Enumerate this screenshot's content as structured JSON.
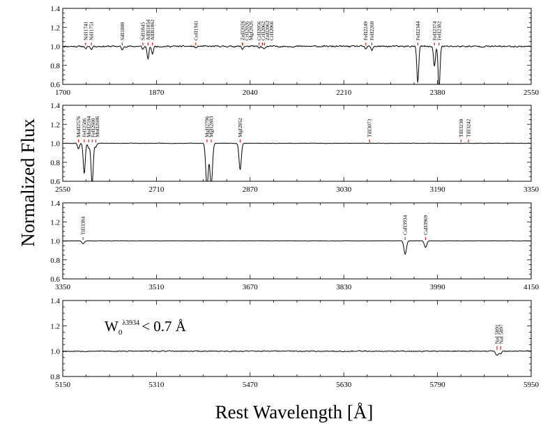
{
  "chart_data": {
    "type": "line",
    "ylabel": "Normalized Flux",
    "xlabel": "Rest Wavelength [Å]",
    "annotation": {
      "base": "W",
      "sub": "0",
      "sup": "λ3934",
      "tail": "< 0.7 Å"
    },
    "colors": {
      "spectrum": "#000000",
      "marker": "#d62020",
      "axis": "#000000"
    },
    "panels": [
      {
        "id": "p1",
        "xlim": [
          1700,
          2550
        ],
        "ylim": [
          0.6,
          1.4
        ],
        "xticks": [
          1700,
          1870,
          2040,
          2210,
          2380,
          2550
        ],
        "yticks": [
          0.6,
          0.8,
          1.0,
          1.2,
          1.4
        ],
        "noise": 0.012,
        "noise_seed": 11,
        "lines": [
          {
            "label": "NiII1741",
            "wave": 1741.5,
            "depth": 0.03,
            "width": 1.5
          },
          {
            "label": "NiII1751",
            "wave": 1751.9,
            "depth": 0.03,
            "width": 1.5
          },
          {
            "label": "SiII1808",
            "wave": 1808.0,
            "depth": 0.04,
            "width": 1.6
          },
          {
            "label": "SiII1845",
            "wave": 1845.5,
            "depth": 0.03,
            "width": 1.5
          },
          {
            "label": "AlIII1854",
            "wave": 1854.7,
            "depth": 0.14,
            "width": 1.6
          },
          {
            "label": "AlIII1862",
            "wave": 1862.8,
            "depth": 0.08,
            "width": 1.6
          },
          {
            "label": "CoII1941",
            "wave": 1941.3,
            "depth": 0.02,
            "width": 1.5
          },
          {
            "label": "ZnII2026",
            "wave": 2026.1,
            "depth": 0.03,
            "width": 1.5
          },
          {
            "label": "CrII2026",
            "wave": 2026.3,
            "depth": 0.0,
            "width": 1.5
          },
          {
            "label": "MgI2026",
            "wave": 2026.5,
            "depth": 0.0,
            "width": 1.5
          },
          {
            "label": "CrII2056",
            "wave": 2056.3,
            "depth": 0.02,
            "width": 1.5
          },
          {
            "label": "CrII2062",
            "wave": 2062.2,
            "depth": 0.02,
            "width": 1.5
          },
          {
            "label": "ZnII2062",
            "wave": 2062.7,
            "depth": 0.0,
            "width": 1.5
          },
          {
            "label": "CrII2066",
            "wave": 2066.2,
            "depth": 0.02,
            "width": 1.5
          },
          {
            "label": "FeII2249",
            "wave": 2249.9,
            "depth": 0.03,
            "width": 1.6
          },
          {
            "label": "FeII2260",
            "wave": 2260.8,
            "depth": 0.04,
            "width": 1.6
          },
          {
            "label": "FeII2344",
            "wave": 2344.2,
            "depth": 0.38,
            "width": 1.7
          },
          {
            "label": "FeII2374",
            "wave": 2374.5,
            "depth": 0.21,
            "width": 1.7
          },
          {
            "label": "FeII2382",
            "wave": 2382.8,
            "depth": 0.45,
            "width": 1.7
          }
        ]
      },
      {
        "id": "p2",
        "xlim": [
          2550,
          3350
        ],
        "ylim": [
          0.6,
          1.4
        ],
        "xticks": [
          2550,
          2710,
          2870,
          3030,
          3190,
          3350
        ],
        "yticks": [
          0.6,
          0.8,
          1.0,
          1.2,
          1.4
        ],
        "noise": 0.004,
        "noise_seed": 23,
        "lines": [
          {
            "label": "MnII2576",
            "wave": 2576.9,
            "depth": 0.06,
            "width": 1.6
          },
          {
            "label": "FeII2586",
            "wave": 2586.7,
            "depth": 0.32,
            "width": 1.7
          },
          {
            "label": "MnII2594",
            "wave": 2594.5,
            "depth": 0.05,
            "width": 1.6
          },
          {
            "label": "FeII2600",
            "wave": 2600.2,
            "depth": 0.43,
            "width": 1.8
          },
          {
            "label": "MnII2606",
            "wave": 2606.5,
            "depth": 0.04,
            "width": 1.6
          },
          {
            "label": "MgII2796",
            "wave": 2796.4,
            "depth": 0.46,
            "width": 2.1
          },
          {
            "label": "MgII2803",
            "wave": 2803.5,
            "depth": 0.45,
            "width": 2.1
          },
          {
            "label": "MgI2852",
            "wave": 2853.0,
            "depth": 0.28,
            "width": 1.9
          },
          {
            "label": "TiII3073",
            "wave": 3073.9,
            "depth": 0.0,
            "width": 1.5
          },
          {
            "label": "TiII3230",
            "wave": 3230.1,
            "depth": 0.0,
            "width": 1.5
          },
          {
            "label": "TiII3242",
            "wave": 3242.9,
            "depth": 0.0,
            "width": 1.5
          }
        ]
      },
      {
        "id": "p3",
        "xlim": [
          3350,
          4150
        ],
        "ylim": [
          0.6,
          1.4
        ],
        "xticks": [
          3350,
          3510,
          3670,
          3830,
          3990,
          4150
        ],
        "yticks": [
          0.6,
          0.8,
          1.0,
          1.2,
          1.4
        ],
        "noise": 0.003,
        "noise_seed": 37,
        "lines": [
          {
            "label": "TiII3384",
            "wave": 3384.7,
            "depth": 0.03,
            "width": 2.0
          },
          {
            "label": "CaII3934",
            "wave": 3934.8,
            "depth": 0.14,
            "width": 2.1
          },
          {
            "label": "CaII3969",
            "wave": 3969.6,
            "depth": 0.07,
            "width": 2.1
          }
        ]
      },
      {
        "id": "p4",
        "xlim": [
          5150,
          5950
        ],
        "ylim": [
          0.8,
          1.4
        ],
        "xticks": [
          5150,
          5310,
          5470,
          5630,
          5790,
          5950
        ],
        "yticks": [
          0.8,
          1.0,
          1.2,
          1.4
        ],
        "noise": 0.006,
        "noise_seed": 53,
        "lines": [
          {
            "label": "NaI 5891",
            "wave": 5891.6,
            "depth": 0.03,
            "width": 2.2
          },
          {
            "label": "NaI 5897",
            "wave": 5897.6,
            "depth": 0.02,
            "width": 2.2
          }
        ]
      }
    ]
  }
}
